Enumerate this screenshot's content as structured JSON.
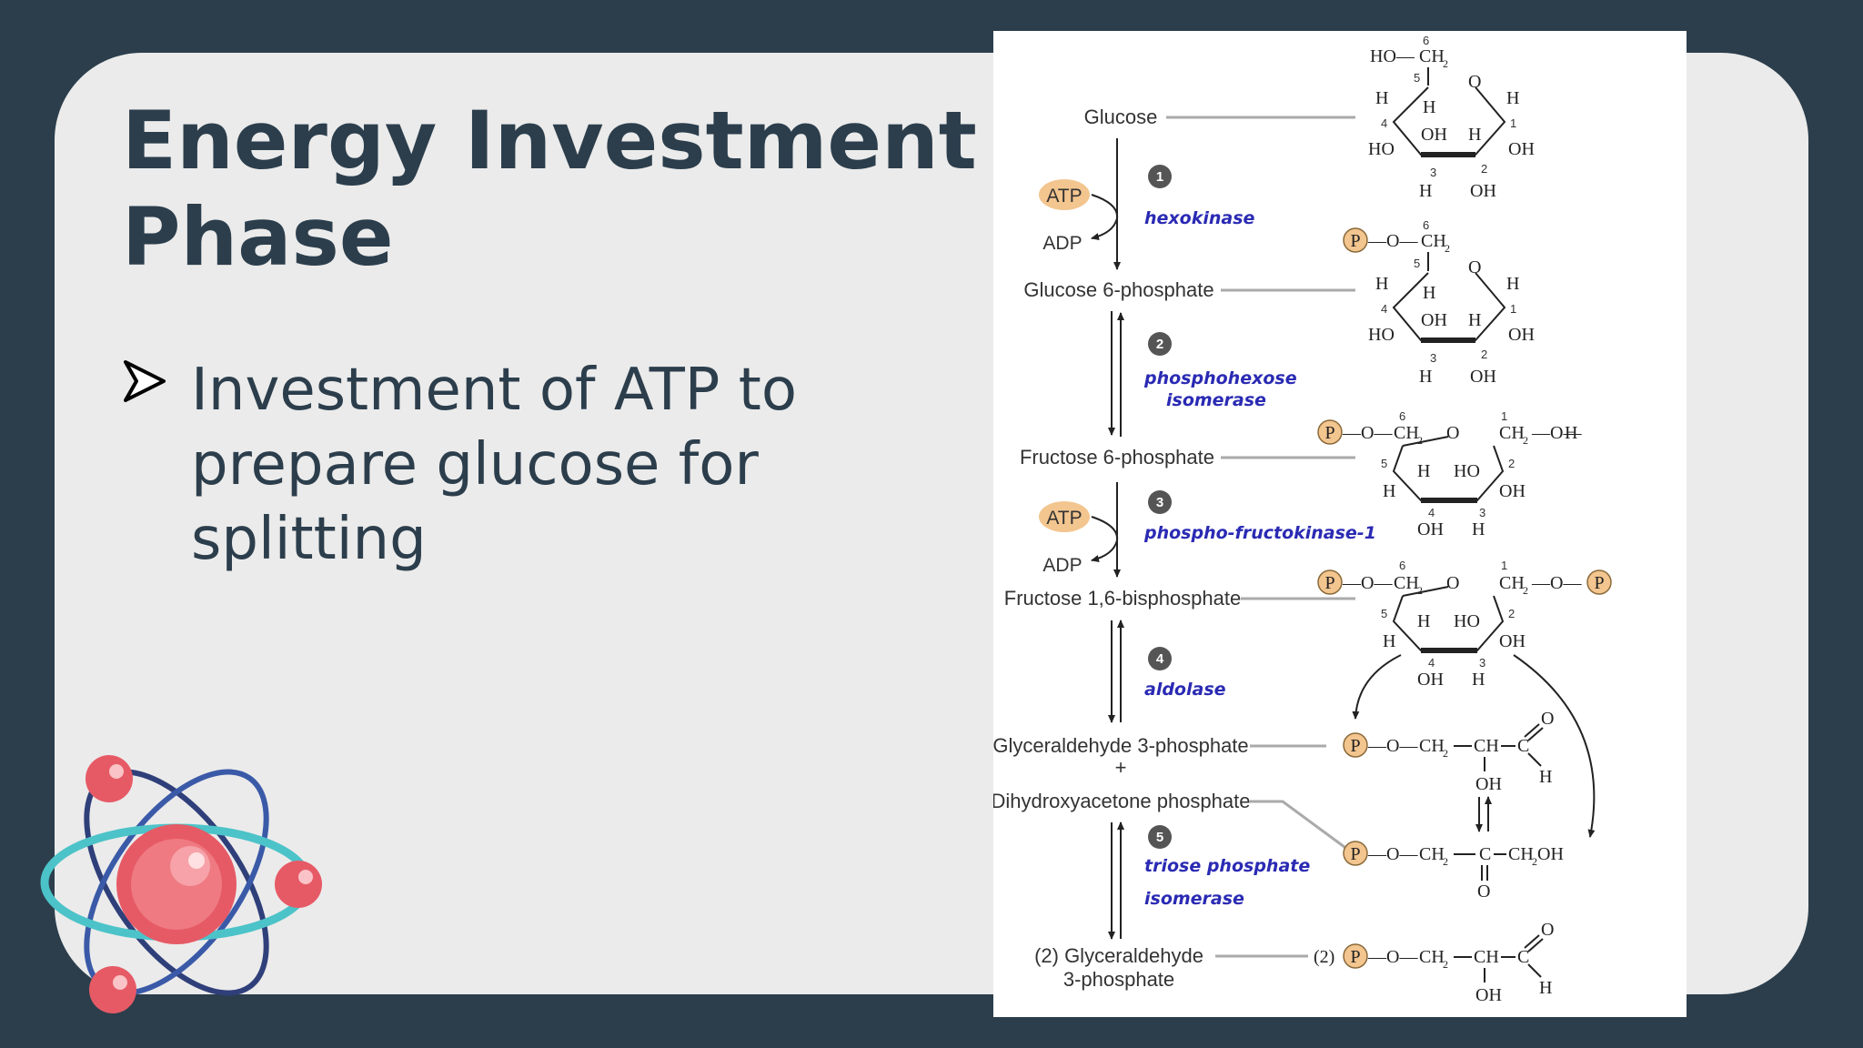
{
  "slide": {
    "title": "Energy Investment Phase",
    "bullet": "Investment of ATP to prepare glucose for splitting"
  },
  "diagram": {
    "metabolites": [
      {
        "name": "Glucose"
      },
      {
        "name": "Glucose 6-phosphate"
      },
      {
        "name": "Fructose 6-phosphate"
      },
      {
        "name": "Fructose 1,6-bisphosphate"
      },
      {
        "name": "Glyceraldehyde 3-phosphate"
      },
      {
        "name": "Dihydroxyacetone phosphate"
      },
      {
        "name": "(2) Glyceraldehyde"
      },
      {
        "name": "3-phosphate"
      }
    ],
    "plus_sign": "+",
    "steps": [
      {
        "number": "1",
        "enzyme": "hexokinase"
      },
      {
        "number": "2",
        "enzyme_line1": "phosphohexose",
        "enzyme_line2": "isomerase"
      },
      {
        "number": "3",
        "enzyme": "phospho-fructokinase-1"
      },
      {
        "number": "4",
        "enzyme": "aldolase"
      },
      {
        "number": "5",
        "enzyme_line1": "triose phosphate",
        "enzyme_line2": "isomerase"
      }
    ],
    "cofactors": {
      "atp": "ATP",
      "adp": "ADP"
    },
    "phosphate_symbol": "P",
    "two_prefix": "(2)",
    "chem": {
      "ho": "HO",
      "oh": "OH",
      "h": "H",
      "o": "O",
      "c": "C",
      "ch": "CH",
      "ch2": "CH",
      "ch2oh": "CH",
      "two": "2",
      "dash_o_dash": "—O—",
      "ho_dash": "HO—",
      "n1": "1",
      "n2": "2",
      "n3": "3",
      "n4": "4",
      "n5": "5",
      "n6": "6"
    },
    "colors": {
      "enzyme": "#2a2ab4",
      "phosphate_fill": "#f3c58f",
      "atp_fill": "#f3c58f",
      "step_badge": "#555555"
    }
  },
  "theme": {
    "background": "#2c3e4c",
    "card": "#ebebeb",
    "text": "#2c3e4c"
  }
}
